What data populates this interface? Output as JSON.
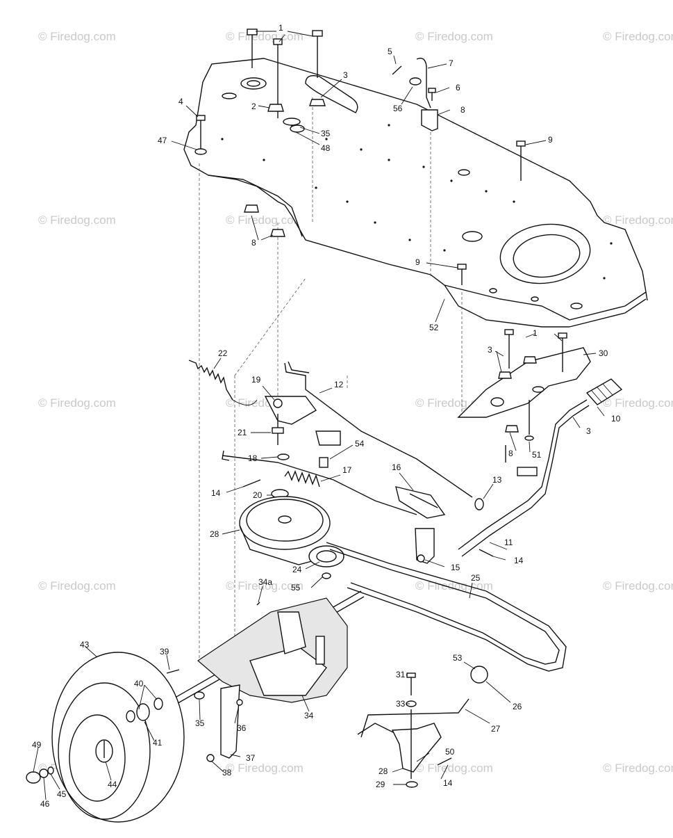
{
  "watermark": {
    "text": "© Firedog.com"
  },
  "labels": {
    "p1": "1",
    "p1b": "1",
    "p2": "2",
    "p3a": "3",
    "p3b": "3",
    "p3c": "3",
    "p4": "4",
    "p5": "5",
    "p6": "6",
    "p7": "7",
    "p8": "8",
    "p8b": "8",
    "p8c": "8",
    "p9a": "9",
    "p9b": "9",
    "p10": "10",
    "p11": "11",
    "p12": "12",
    "p13": "13",
    "p14a": "14",
    "p14b": "14",
    "p14c": "14",
    "p15": "15",
    "p16": "16",
    "p17": "17",
    "p18": "18",
    "p19": "19",
    "p20": "20",
    "p21": "21",
    "p22": "22",
    "p24": "24",
    "p25": "25",
    "p26": "26",
    "p27": "27",
    "p28a": "28",
    "p28b": "28",
    "p29": "29",
    "p30": "30",
    "p31": "31",
    "p33": "33",
    "p34": "34",
    "p34a": "34a",
    "p35a": "35",
    "p35b": "35",
    "p36": "36",
    "p37": "37",
    "p38": "38",
    "p39": "39",
    "p40": "40",
    "p41": "41",
    "p43": "43",
    "p44": "44",
    "p45": "45",
    "p46": "46",
    "p47": "47",
    "p48": "48",
    "p49": "49",
    "p50": "50",
    "p51": "51",
    "p52": "52",
    "p53": "53",
    "p54": "54",
    "p55": "55",
    "p56": "56"
  }
}
